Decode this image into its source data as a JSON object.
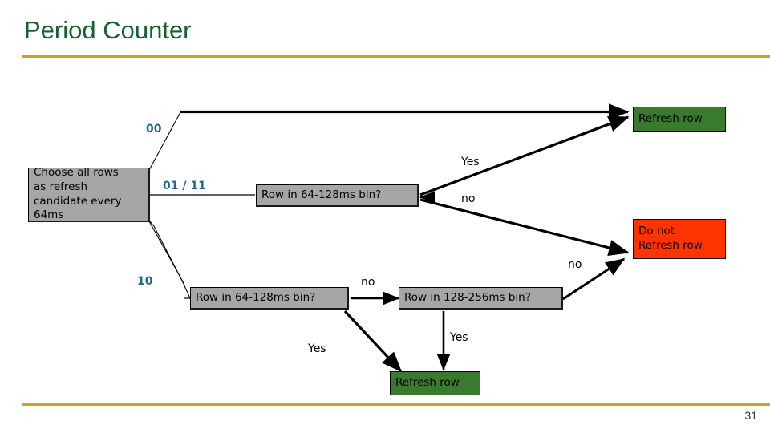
{
  "slide": {
    "title": "Period Counter",
    "page_number": "31",
    "accent_rule_color": "#C9A227",
    "title_color": "#14602F"
  },
  "colors": {
    "decision_box": "#A6A6A6",
    "refresh_box": "#3A7A2E",
    "do_not_refresh_box": "#FF3300",
    "state_label": "#1F6B8C",
    "edge": "#000000"
  },
  "diagram": {
    "type": "flowchart",
    "nodes": [
      {
        "id": "start",
        "label": "Choose all rows\nas refresh\ncandidate every\n64ms",
        "kind": "gray"
      },
      {
        "id": "refresh-top",
        "label": "Refresh row",
        "kind": "green"
      },
      {
        "id": "bin-64-128-top",
        "label": "Row in 64-128ms bin?",
        "kind": "gray"
      },
      {
        "id": "do-not-refresh",
        "label": "Do not\nRefresh row",
        "kind": "red"
      },
      {
        "id": "bin-64-128-bottom",
        "label": "Row in 64-128ms bin?",
        "kind": "gray"
      },
      {
        "id": "bin-128-256",
        "label": "Row in 128-256ms bin?",
        "kind": "gray"
      },
      {
        "id": "refresh-bottom",
        "label": "Refresh row",
        "kind": "green"
      }
    ],
    "edge_labels": [
      {
        "id": "state-00",
        "text": "00",
        "kind": "state"
      },
      {
        "id": "state-01-11",
        "text": "01 / 11",
        "kind": "state"
      },
      {
        "id": "state-10",
        "text": "10",
        "kind": "state"
      },
      {
        "id": "yes-top",
        "text": "Yes",
        "kind": "plain"
      },
      {
        "id": "no-top",
        "text": "no",
        "kind": "plain"
      },
      {
        "id": "no-bottom-mid",
        "text": "no",
        "kind": "plain"
      },
      {
        "id": "no-bottom-right",
        "text": "no",
        "kind": "plain"
      },
      {
        "id": "yes-bottom-left",
        "text": "Yes",
        "kind": "plain"
      },
      {
        "id": "yes-bottom-mid",
        "text": "Yes",
        "kind": "plain"
      }
    ]
  }
}
